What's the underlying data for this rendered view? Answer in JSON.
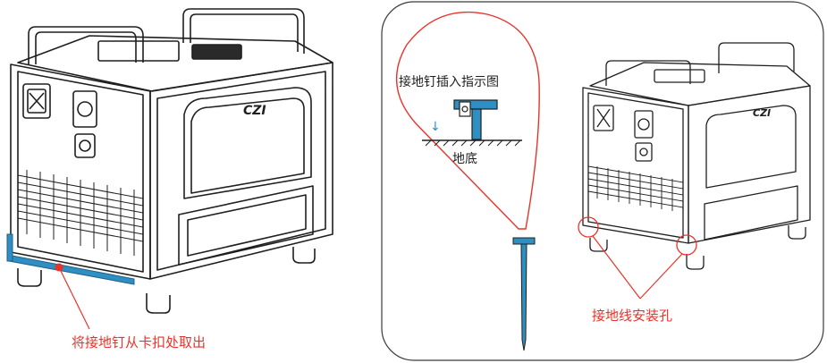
{
  "left_panel": {
    "caption": "将接地钉从卡扣处取出"
  },
  "right_panel": {
    "inset_title": "接地钉插入指示图",
    "inset_ground_label": "地底",
    "inset_arrow": "↓",
    "caption": "接地线安装孔"
  },
  "colors": {
    "annotation_red": "#e8332a",
    "ground_spike_blue": "#2f8fc3",
    "outline": "#1f1f1f",
    "panel_border": "#3a3a3a"
  }
}
